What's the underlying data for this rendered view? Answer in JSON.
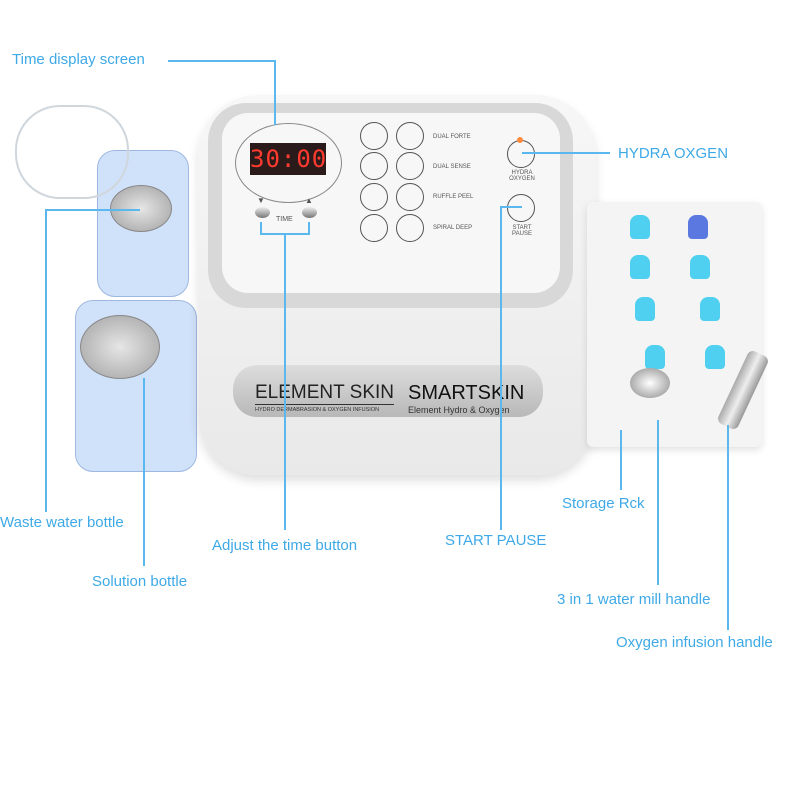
{
  "labels": {
    "time_display": "Time display screen",
    "hydra_oxgen": "HYDRA OXGEN",
    "waste_bottle": "Waste water bottle",
    "solution_bottle": "Solution bottle",
    "adjust_time": "Adjust the time button",
    "start_pause": "START PAUSE",
    "storage": "Storage Rck",
    "water_mill": "3 in 1 water mill handle",
    "oxygen_handle": "Oxygen infusion handle"
  },
  "device": {
    "display": "30:00",
    "time_label": "TIME",
    "modes": [
      "DUAL FORTE",
      "DUAL SENSE",
      "RUFFLE PEEL",
      "SPIRAL DEEP"
    ],
    "hydra_label": "HYDRA OXYGEN",
    "start_label": "START PAUSE",
    "brand1": "ELEMENT SKIN",
    "brand1_sub": "HYDRO DERMABRASION & OXYGEN INFUSION",
    "brand2": "SMARTSKIN",
    "brand2_sub": "Element Hydro & Oxygen"
  },
  "colors": {
    "callout": "#3ea9e6",
    "display": "#ff3b2f"
  }
}
